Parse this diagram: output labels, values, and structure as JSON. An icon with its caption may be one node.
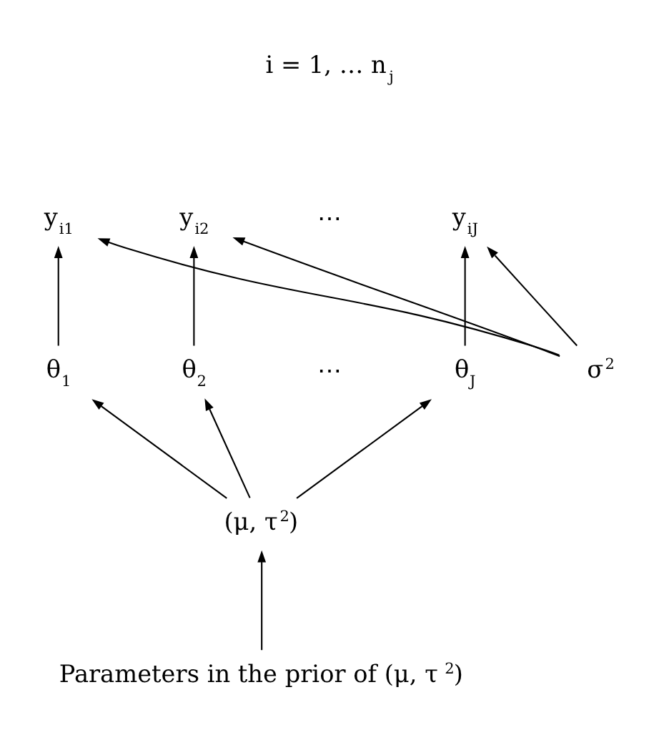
{
  "diagram": {
    "nodes": [
      {
        "text": [
          "y$_{i1}$"
        ]
      },
      {
        "text": [
          "y$_{i2}$"
        ]
      },
      {
        "text": [
          "y$_{iJ}$"
        ]
      },
      {
        "text": [
          "θ$_{1}$"
        ]
      },
      {
        "text": [
          "θ$_{2}$"
        ]
      },
      {
        "text": [
          "θ$_{J}$"
        ]
      },
      {
        "text": [
          "σ$^{2}$"
        ]
      },
      {
        "text": [
          "(μ, τ$^{2}$)"
        ]
      },
      {
        "text": [
          "Parameters in the prior of (μ, τ$^{2}$)"
        ]
      }
    ],
    "edges": [
      {
        "from": 3,
        "to": 0,
        "arrow": "to"
      },
      {
        "from": 4,
        "to": 1,
        "arrow": "to"
      },
      {
        "from": 5,
        "to": 2,
        "arrow": "to"
      },
      {
        "from": 6,
        "to": 0,
        "arrow": "to"
      },
      {
        "from": 6,
        "to": 1,
        "arrow": "to"
      },
      {
        "from": 6,
        "to": 2,
        "arrow": "to"
      },
      {
        "from": 7,
        "to": 3,
        "arrow": "to"
      },
      {
        "from": 7,
        "to": 4,
        "arrow": "to"
      },
      {
        "from": 7,
        "to": 5,
        "arrow": "to"
      },
      {
        "from": 8,
        "to": 7,
        "arrow": "to"
      }
    ],
    "labels": [
      "i = 1, … n$_{j}$",
      "⋯",
      "⋯"
    ]
  }
}
